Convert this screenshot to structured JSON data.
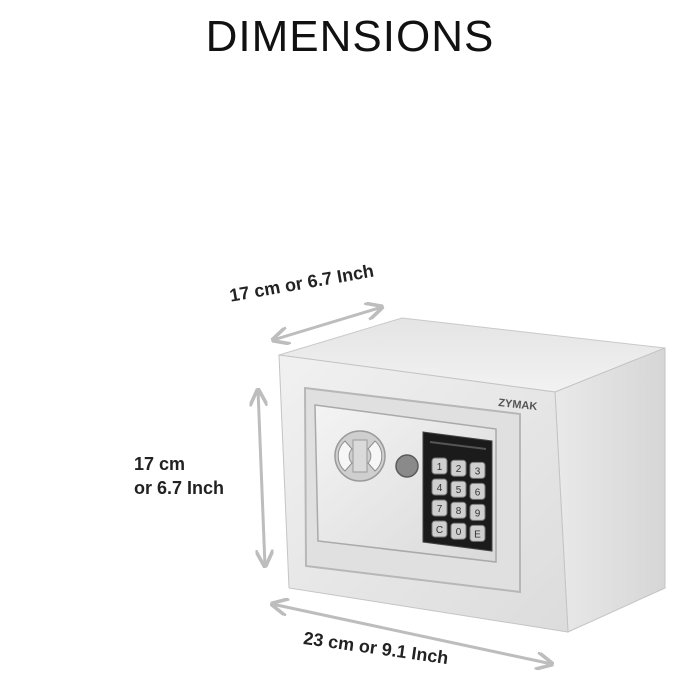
{
  "page": {
    "title": "DIMENSIONS"
  },
  "product": {
    "brand": "ZYMAK",
    "keypad_keys": [
      "1",
      "2",
      "3",
      "4",
      "5",
      "6",
      "7",
      "8",
      "9",
      "C",
      "0",
      "E"
    ]
  },
  "dimensions": {
    "depth": "17 cm or 6.7 Inch",
    "height_line1": "17 cm",
    "height_line2": "or 6.7 Inch",
    "width": "23 cm or 9.1 Inch"
  },
  "colors": {
    "arrow": "#bdbdbd",
    "safe_body": "#e6e6e6",
    "keypad": "#1b1b1b"
  }
}
